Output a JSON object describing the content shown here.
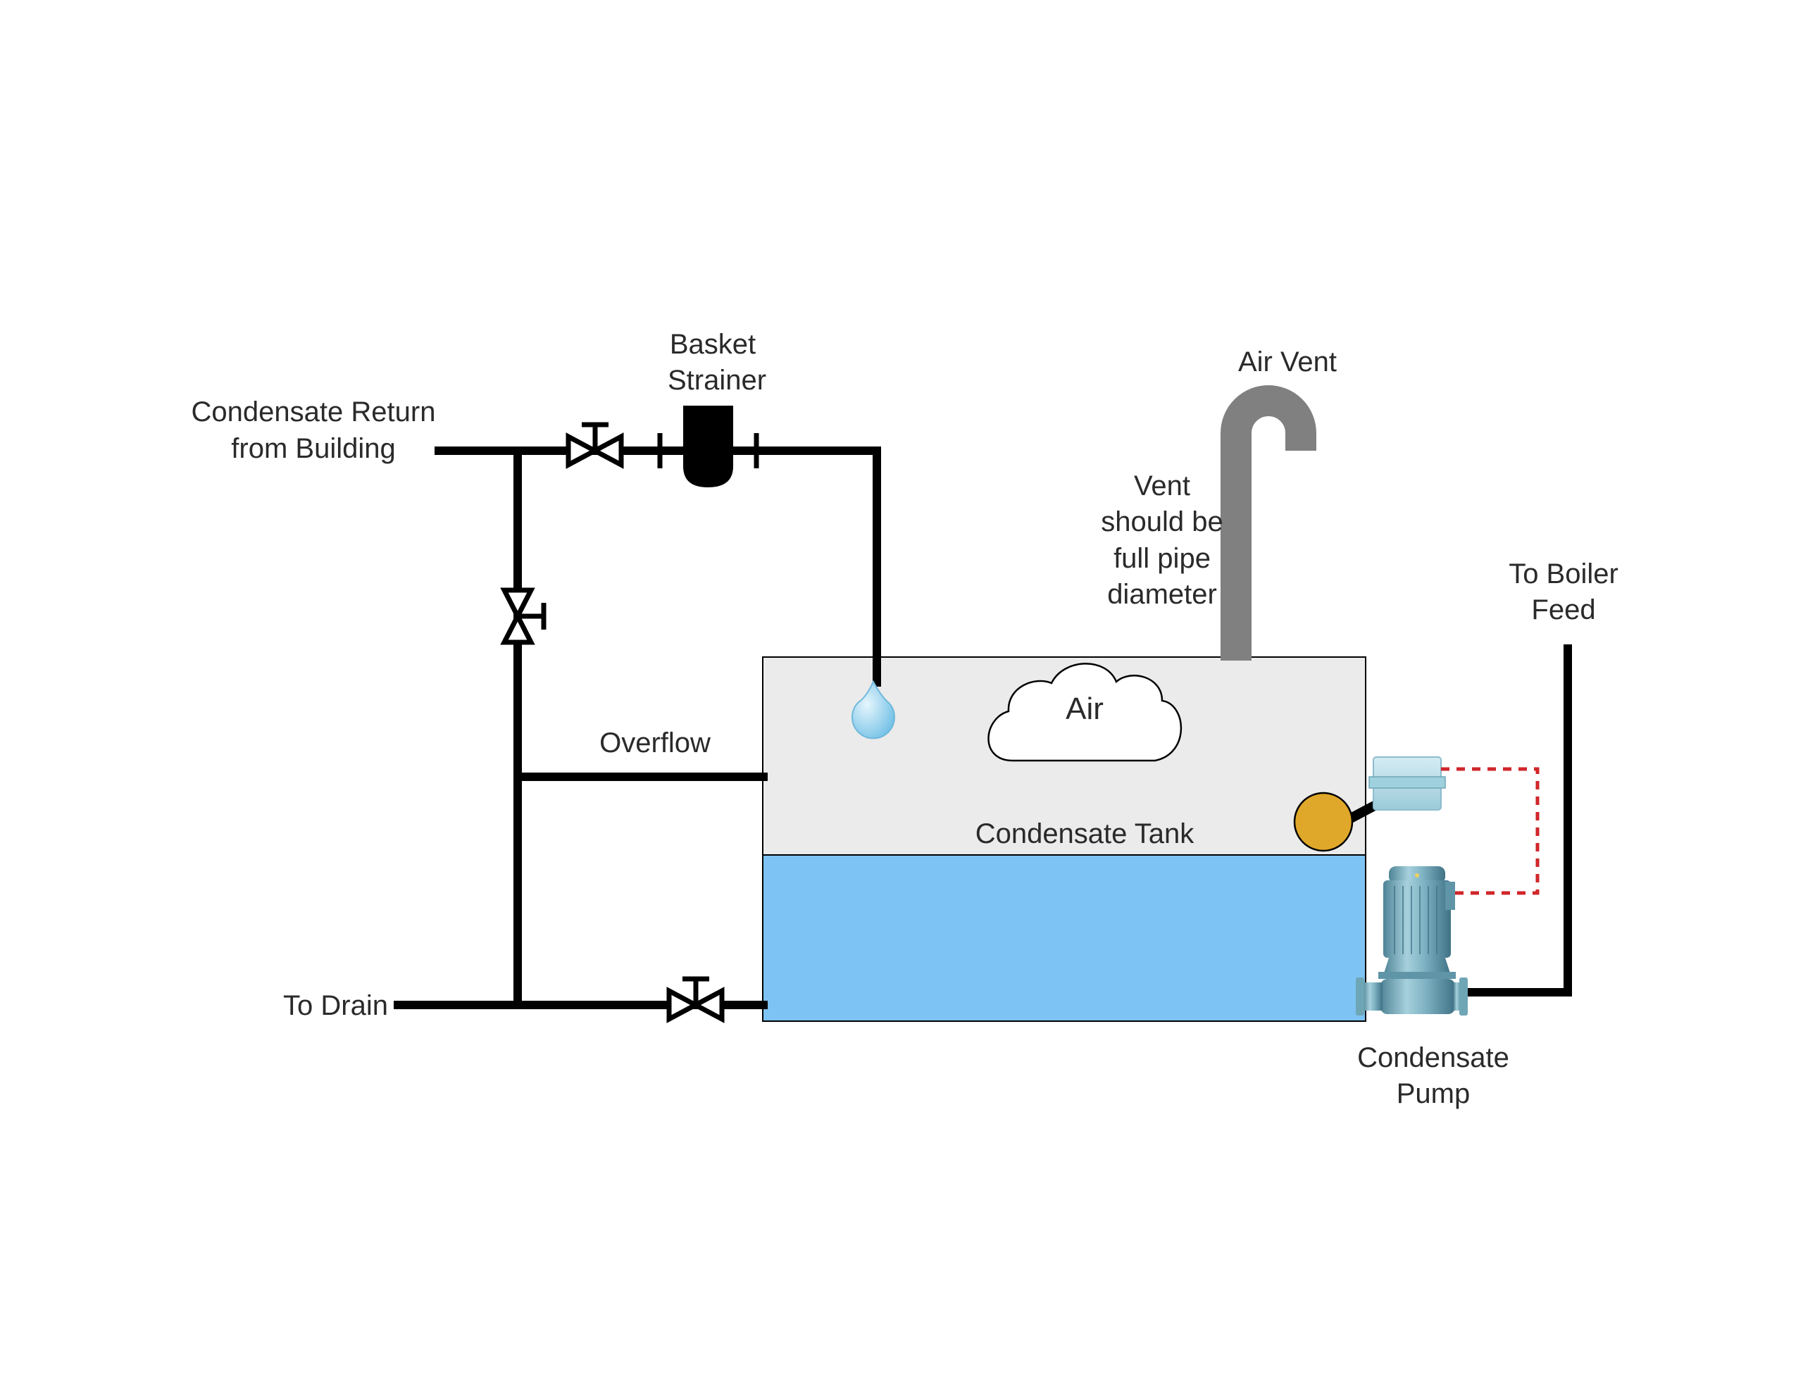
{
  "labels": {
    "condensate_return_line1": "Condensate Return",
    "condensate_return_line2": "from Building",
    "basket_strainer_line1": "Basket",
    "basket_strainer_line2": "Strainer",
    "air_vent": "Air Vent",
    "vent_note_line1": "Vent",
    "vent_note_line2": "should be",
    "vent_note_line3": "full pipe",
    "vent_note_line4": "diameter",
    "to_boiler_feed_line1": "To Boiler",
    "to_boiler_feed_line2": "Feed",
    "air": "Air",
    "overflow": "Overflow",
    "condensate_tank": "Condensate Tank",
    "to_drain": "To Drain",
    "condensate_pump_line1": "Condensate",
    "condensate_pump_line2": "Pump"
  },
  "colors": {
    "pipe": "#000000",
    "tank_air_space": "#ebebeb",
    "water": "#7dc3f3",
    "vent_pipe": "#808080",
    "float": "#e0a82a",
    "control_wire": "#d0262a",
    "pump_body": "#6fa6b6",
    "switch_box": "#b9dbe6",
    "droplet": "#a9d8f0"
  },
  "icons": {
    "gate_valve": "gate-valve-icon",
    "basket_strainer": "basket-strainer-icon",
    "float_switch": "float-switch-icon",
    "pump": "pump-icon",
    "droplet": "water-droplet-icon",
    "cloud": "cloud-icon"
  }
}
